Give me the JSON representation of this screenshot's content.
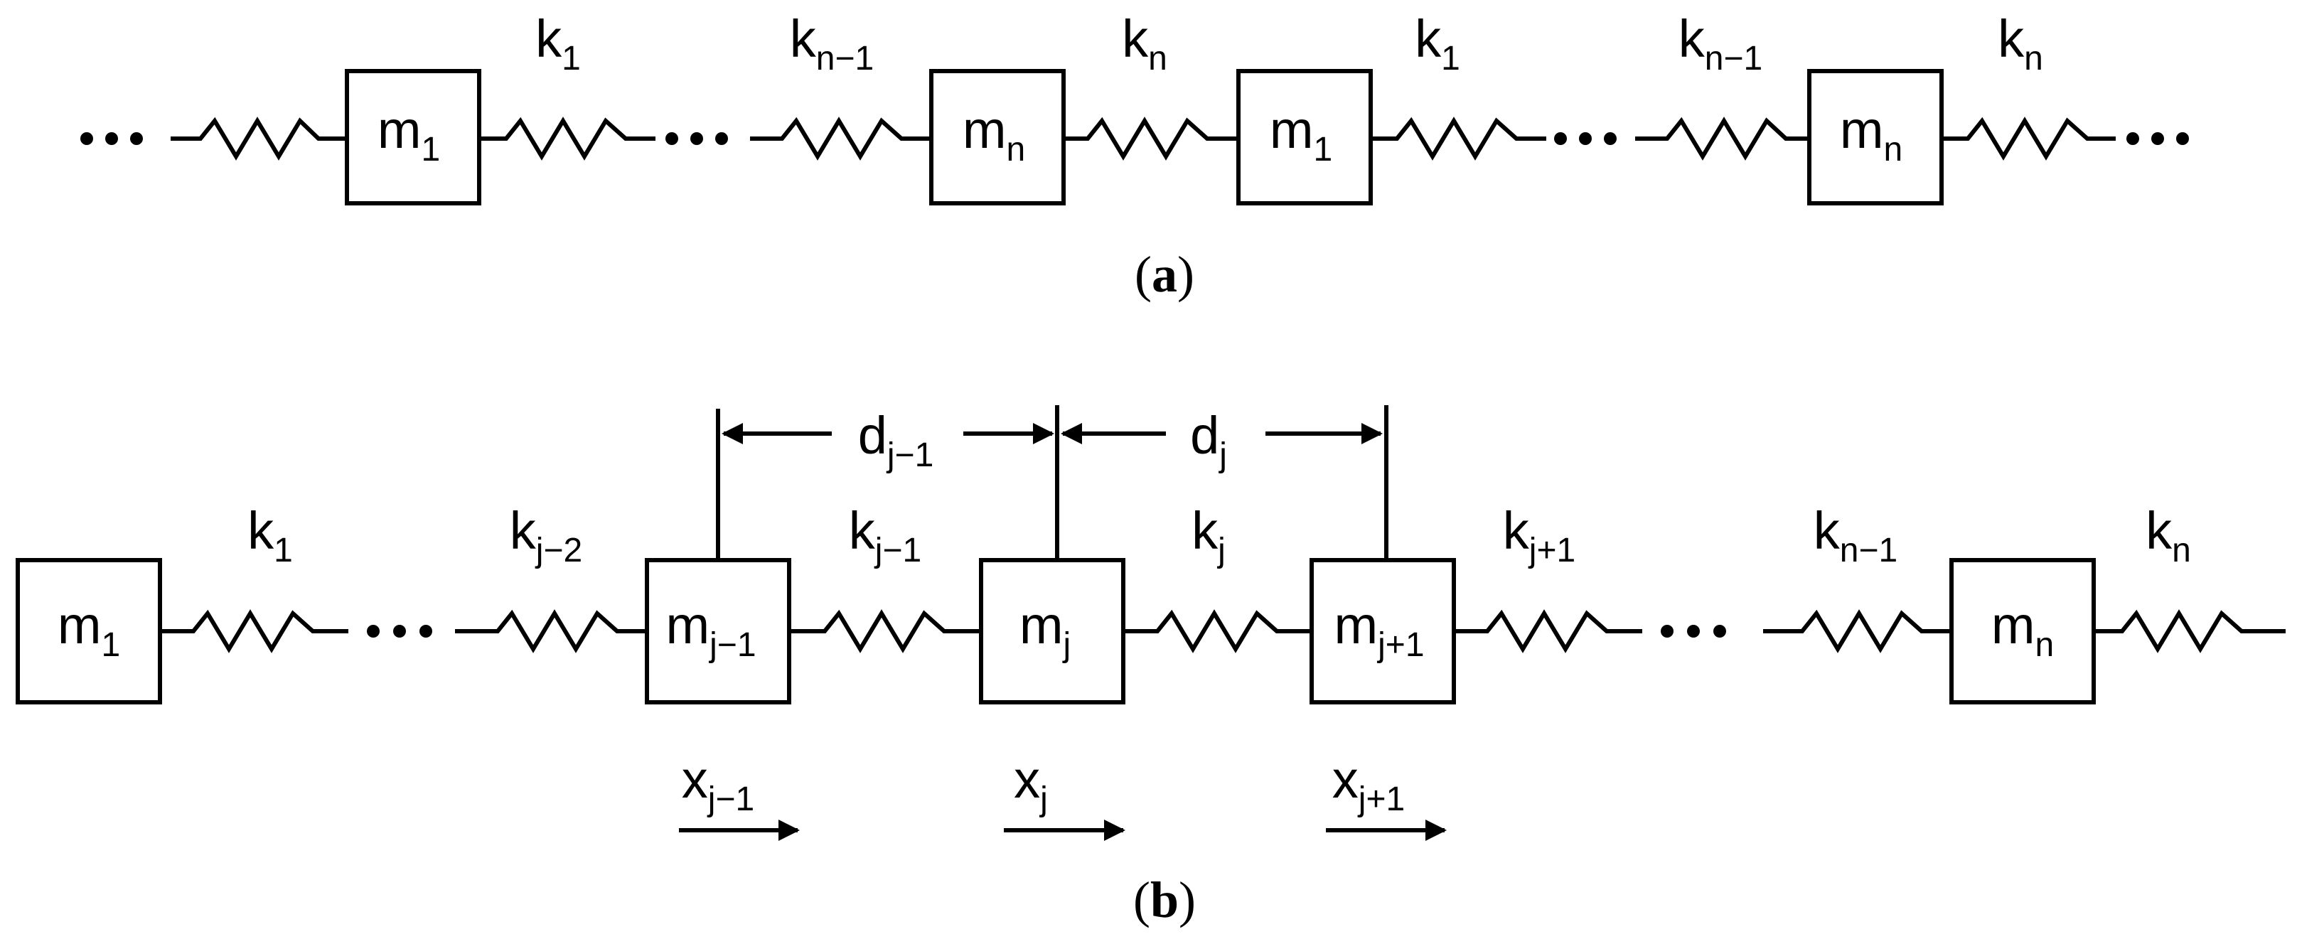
{
  "panel_a": {
    "caption_letter": "a",
    "masses": [
      {
        "base": "m",
        "sub": "1"
      },
      {
        "base": "m",
        "sub": "n"
      },
      {
        "base": "m",
        "sub": "1"
      },
      {
        "base": "m",
        "sub": "n"
      }
    ],
    "springs": [
      {
        "base": "k",
        "sub": "1"
      },
      {
        "base": "k",
        "sub": "n−1"
      },
      {
        "base": "k",
        "sub": "n"
      },
      {
        "base": "k",
        "sub": "1"
      },
      {
        "base": "k",
        "sub": "n−1"
      },
      {
        "base": "k",
        "sub": "n"
      }
    ]
  },
  "panel_b": {
    "caption_letter": "b",
    "masses": [
      {
        "base": "m",
        "sub": "1"
      },
      {
        "base": "m",
        "sub": "j−1"
      },
      {
        "base": "m",
        "sub": "j"
      },
      {
        "base": "m",
        "sub": "j+1"
      },
      {
        "base": "m",
        "sub": "n"
      }
    ],
    "springs": [
      {
        "base": "k",
        "sub": "1"
      },
      {
        "base": "k",
        "sub": "j−2"
      },
      {
        "base": "k",
        "sub": "j−1"
      },
      {
        "base": "k",
        "sub": "j"
      },
      {
        "base": "k",
        "sub": "j+1"
      },
      {
        "base": "k",
        "sub": "n−1"
      },
      {
        "base": "k",
        "sub": "n"
      }
    ],
    "distances": [
      {
        "base": "d",
        "sub": "j−1"
      },
      {
        "base": "d",
        "sub": "j"
      }
    ],
    "displacements": [
      {
        "base": "x",
        "sub": "j−1"
      },
      {
        "base": "x",
        "sub": "j"
      },
      {
        "base": "x",
        "sub": "j+1"
      }
    ]
  }
}
